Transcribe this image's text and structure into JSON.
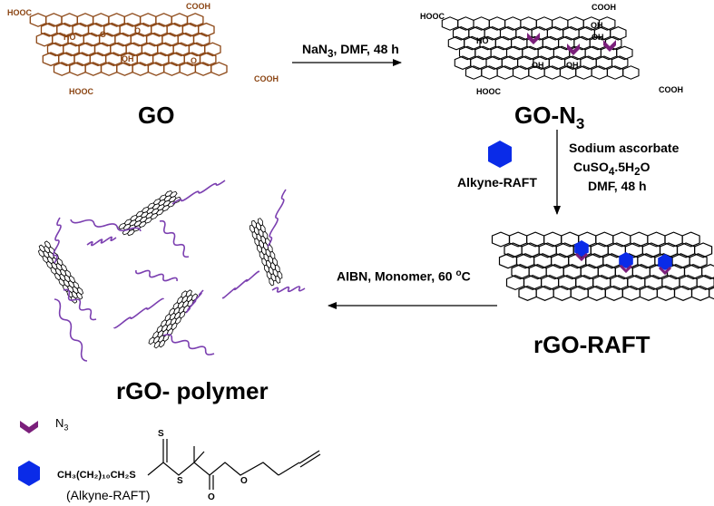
{
  "labels": {
    "go": "GO",
    "go_n3": "GO-N",
    "go_n3_sub": "3",
    "rgo_raft": "rGO-RAFT",
    "rgo_polymer": "rGO- polymer"
  },
  "reactions": {
    "step1": {
      "reagent": "NaN",
      "reagent_sub": "3",
      "rest": ", DMF, 48 h"
    },
    "step2": {
      "reagent_label": "Alkyne-RAFT",
      "line1": "Sodium ascorbate",
      "line2_a": "CuSO",
      "line2_sub1": "4",
      "line2_b": ".5H",
      "line2_sub2": "2",
      "line2_c": "O",
      "line3": "DMF, 48 h"
    },
    "step3": {
      "text": "AIBN, Monomer, 60 ",
      "sup": "o",
      "unit": "C"
    }
  },
  "functional_groups": {
    "cooh": "COOH",
    "hooc": "HOOC",
    "oh": "OH",
    "ho": "HO",
    "o": "O"
  },
  "legend": {
    "azide_label": "N",
    "azide_sub": "3",
    "raft_formula": "CH₃(CH₂)₁₀CH₂S",
    "raft_name": "(Alkyne-RAFT)",
    "atom_s": "S",
    "atom_o": "O"
  },
  "colors": {
    "go_brown": "#8B4513",
    "azide_purple": "#7B1F7B",
    "raft_blue": "#0A2BE8",
    "polymer_purple": "#7B3FB0",
    "black": "#000000"
  }
}
